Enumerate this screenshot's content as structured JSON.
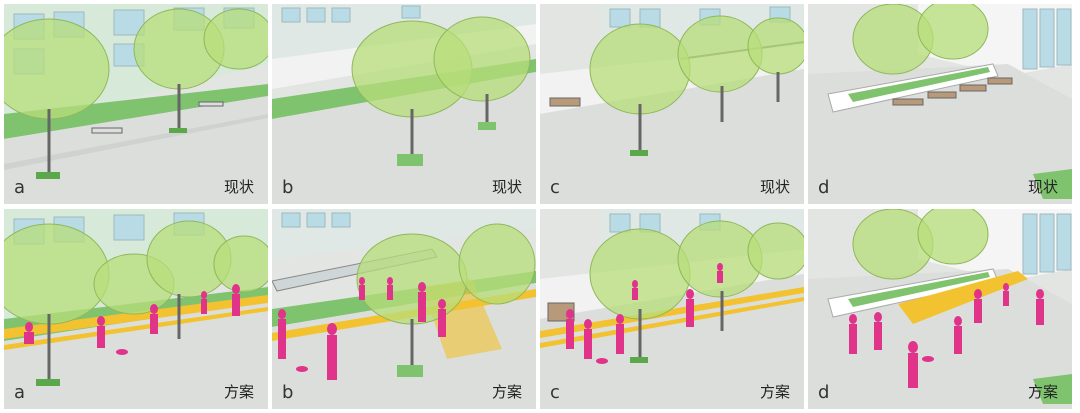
{
  "status_label": "现状",
  "proposal_label": "方案",
  "panels": [
    {
      "letter": "a",
      "label": "现状"
    },
    {
      "letter": "b",
      "label": "现状"
    },
    {
      "letter": "c",
      "label": "现状"
    },
    {
      "letter": "d",
      "label": "现状"
    },
    {
      "letter": "a",
      "label": "方案"
    },
    {
      "letter": "b",
      "label": "方案"
    },
    {
      "letter": "c",
      "label": "方案"
    },
    {
      "letter": "d",
      "label": "方案"
    }
  ],
  "colors": {
    "tree_green": "#b7dd7a",
    "lawn_green": "#7fc36f",
    "path_yellow": "#f2c230",
    "people_magenta": "#e0338a",
    "building_blue": "#b9dbe6",
    "ground_gray": "#dcdedc"
  }
}
